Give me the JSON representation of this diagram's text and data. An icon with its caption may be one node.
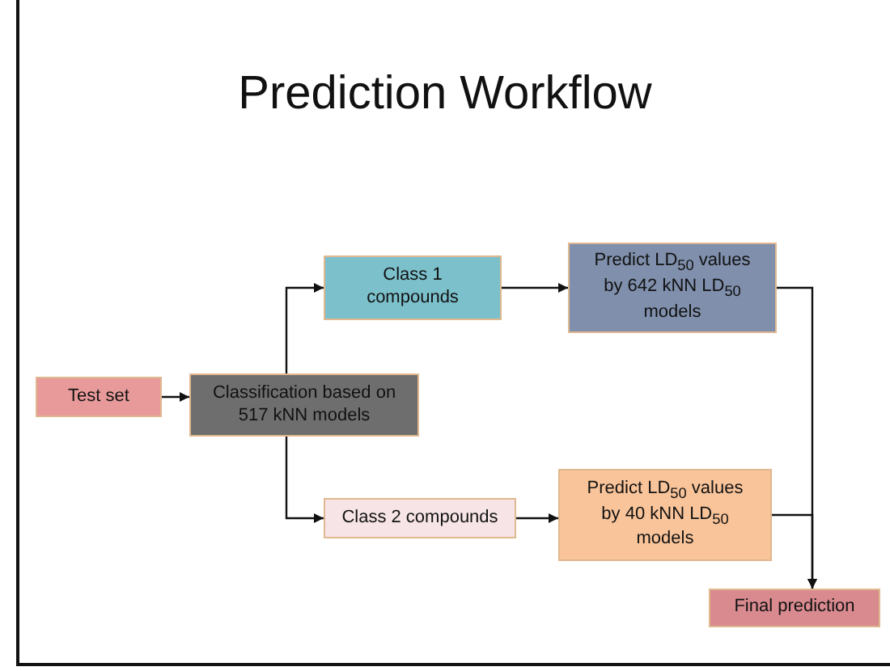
{
  "diagram": {
    "title": "Prediction Workflow",
    "nodes": [
      {
        "text": [
          "Test set"
        ]
      },
      {
        "text": [
          "Classification based on 517 kNN models"
        ]
      },
      {
        "text": [
          "Class 1 compounds"
        ]
      },
      {
        "text": [
          "Predict LD$_{50}$ values by 642 kNN LD$_{50}$ models"
        ]
      },
      {
        "text": [
          "Class 2 compounds"
        ]
      },
      {
        "text": [
          "Predict LD$_{50}$ values by 40 kNN LD$_{50}$ models"
        ]
      },
      {
        "text": [
          "Final prediction"
        ]
      }
    ],
    "edges": [
      {
        "from": 0,
        "to": 1,
        "arrow": "to"
      },
      {
        "from": 1,
        "to": 2,
        "arrow": "to"
      },
      {
        "from": 1,
        "to": 4,
        "arrow": "to"
      },
      {
        "from": 2,
        "to": 3,
        "arrow": "to"
      },
      {
        "from": 4,
        "to": 5,
        "arrow": "to"
      },
      {
        "from": 3,
        "to": 6,
        "arrow": "to"
      },
      {
        "from": 5,
        "to": 6,
        "arrow": "to"
      }
    ]
  }
}
